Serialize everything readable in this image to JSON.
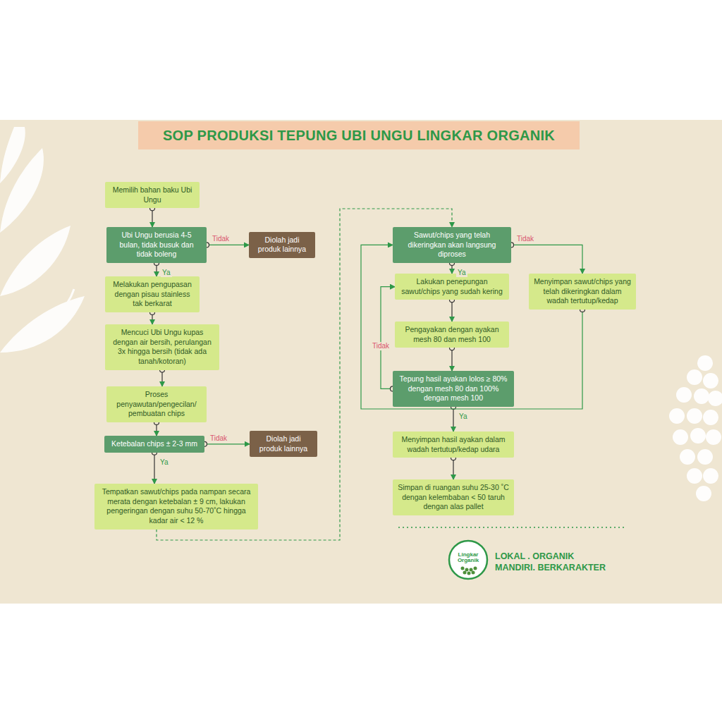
{
  "diagram": {
    "title": "SOP PRODUKSI TEPUNG UBI UNGU LINGKAR ORGANIK",
    "nodes": [
      {
        "text": [
          "Memilih bahan baku Ubi Ungu"
        ]
      },
      {
        "text": [
          "Ubi Ungu berusia 4-5 bulan, tidak busuk dan tidak boleng"
        ]
      },
      {
        "text": [
          "Diolah jadi produk lainnya"
        ]
      },
      {
        "text": [
          "Melakukan pengupasan dengan pisau stainless tak berkarat"
        ]
      },
      {
        "text": [
          "Mencuci Ubi Ungu kupas dengan air bersih, perulangan 3x hingga bersih (tidak ada tanah/kotoran)"
        ]
      },
      {
        "text": [
          "Proses penyawutan/pengecilan/ pembuatan chips"
        ]
      },
      {
        "text": [
          "Ketebalan chips ± 2-3 mm"
        ]
      },
      {
        "text": [
          "Diolah jadi produk lainnya"
        ]
      },
      {
        "text": [
          "Tempatkan sawut/chips pada nampan secara merata dengan ketebalan ± 9 cm, lakukan pengeringan dengan suhu 50-70˚C hingga kadar air < 12 %"
        ]
      },
      {
        "text": [
          "Sawut/chips yang telah dikeringkan akan langsung diproses"
        ]
      },
      {
        "text": [
          "Menyimpan sawut/chips yang telah dikeringkan dalam wadah tertutup/kedap"
        ]
      },
      {
        "text": [
          "Lakukan penepungan sawut/chips yang sudah kering"
        ]
      },
      {
        "text": [
          "Pengayakan dengan ayakan mesh 80 dan mesh 100"
        ]
      },
      {
        "text": [
          "Tepung hasil ayakan lolos ≥ 80% dengan mesh 80 dan 100% dengan mesh 100"
        ]
      },
      {
        "text": [
          "Menyimpan hasil ayakan dalam wadah tertutup/kedap udara"
        ]
      },
      {
        "text": [
          "Simpan di ruangan suhu 25-30 ˚C dengan kelembaban < 50 taruh dengan alas pallet"
        ]
      }
    ],
    "edges": [
      {
        "from": 0,
        "to": 1,
        "arrow": "to"
      },
      {
        "from": 1,
        "to": 2,
        "label": "Tidak",
        "arrow": "to"
      },
      {
        "from": 1,
        "to": 3,
        "label": "Ya",
        "arrow": "to"
      },
      {
        "from": 3,
        "to": 4,
        "arrow": "to"
      },
      {
        "from": 4,
        "to": 5,
        "arrow": "to"
      },
      {
        "from": 5,
        "to": 6,
        "arrow": "to"
      },
      {
        "from": 6,
        "to": 7,
        "label": "Tidak",
        "arrow": "to"
      },
      {
        "from": 6,
        "to": 8,
        "label": "Ya",
        "arrow": "to"
      },
      {
        "from": 8,
        "to": 9,
        "arrow": "to"
      },
      {
        "from": 9,
        "to": 10,
        "label": "Tidak",
        "arrow": "to"
      },
      {
        "from": 9,
        "to": 11,
        "label": "Ya",
        "arrow": "to"
      },
      {
        "from": 11,
        "to": 12,
        "arrow": "to"
      },
      {
        "from": 12,
        "to": 13,
        "arrow": "to"
      },
      {
        "from": 13,
        "to": 11,
        "label": "Tidak",
        "arrow": "to"
      },
      {
        "from": 13,
        "to": 14,
        "label": "Ya",
        "arrow": "to"
      },
      {
        "from": 10,
        "to": 9,
        "arrow": "to"
      },
      {
        "from": 14,
        "to": 15,
        "arrow": "to"
      }
    ],
    "labels": [
      "Lingkar Organik",
      "LOKAL . ORGANIK",
      "MANDIRI. BERKARAKTER"
    ]
  }
}
